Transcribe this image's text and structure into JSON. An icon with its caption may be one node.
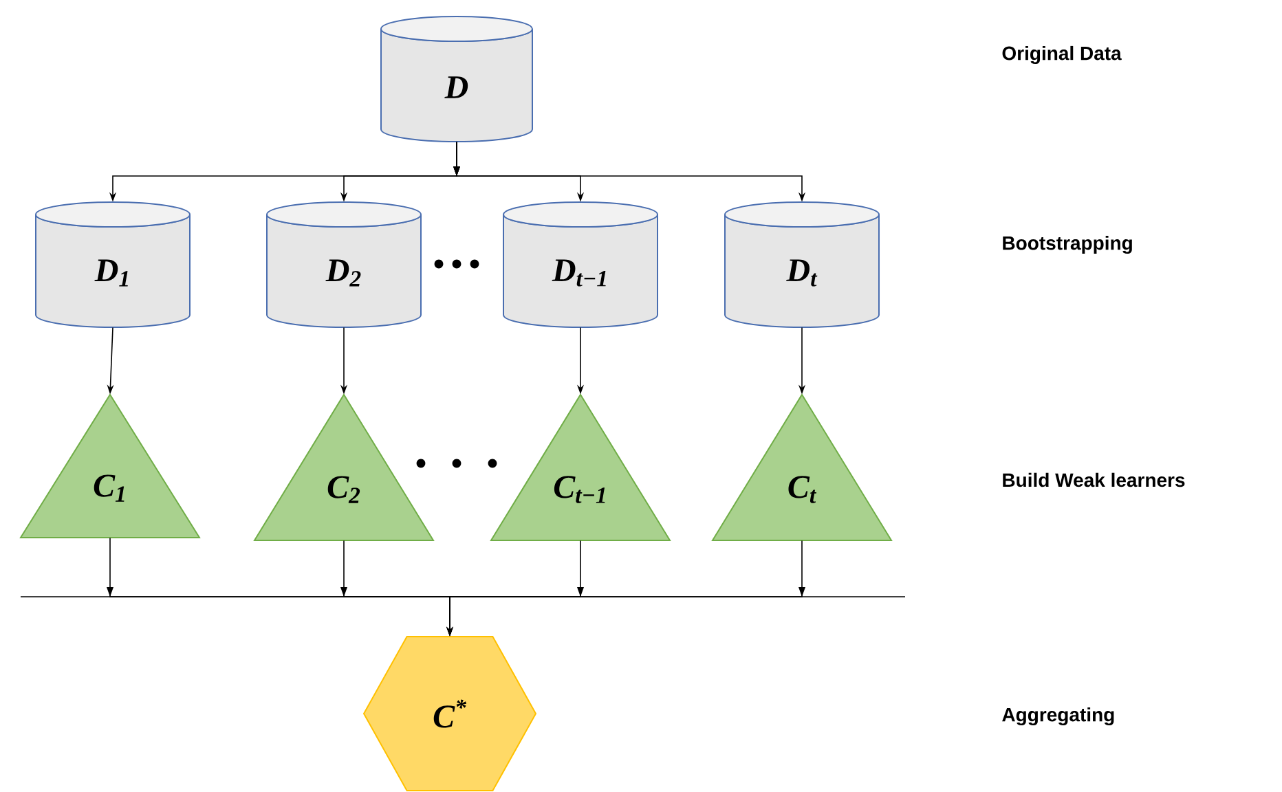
{
  "diagram": {
    "nodes": [
      {
        "text": [
          "D"
        ]
      },
      {
        "text": [
          "D$_{1}$"
        ]
      },
      {
        "text": [
          "D$_{2}$"
        ]
      },
      {
        "text": [
          "D$_{t−1}$"
        ]
      },
      {
        "text": [
          "D$_{t}$"
        ]
      },
      {
        "text": [
          "C$_{1}$"
        ]
      },
      {
        "text": [
          "C$_{2}$"
        ]
      },
      {
        "text": [
          "C$_{t−1}$"
        ]
      },
      {
        "text": [
          "C$_{t}$"
        ]
      },
      {
        "text": [
          "C$^{*}$"
        ]
      }
    ],
    "edges": [
      {
        "from": 0,
        "to": 1,
        "arrow": "to"
      },
      {
        "from": 0,
        "to": 2,
        "arrow": "to"
      },
      {
        "from": 0,
        "to": 3,
        "arrow": "to"
      },
      {
        "from": 0,
        "to": 4,
        "arrow": "to"
      },
      {
        "from": 1,
        "to": 5,
        "arrow": "to"
      },
      {
        "from": 2,
        "to": 6,
        "arrow": "to"
      },
      {
        "from": 3,
        "to": 7,
        "arrow": "to"
      },
      {
        "from": 4,
        "to": 8,
        "arrow": "to"
      },
      {
        "from": 5,
        "to": 9,
        "arrow": "to"
      },
      {
        "from": 6,
        "to": 9,
        "arrow": "to"
      },
      {
        "from": 7,
        "to": 9,
        "arrow": "to"
      },
      {
        "from": 8,
        "to": 9,
        "arrow": "to"
      }
    ],
    "labels": [
      "Original Data",
      "Bootstrapping",
      "Build Weak learners",
      "Aggregating"
    ]
  }
}
